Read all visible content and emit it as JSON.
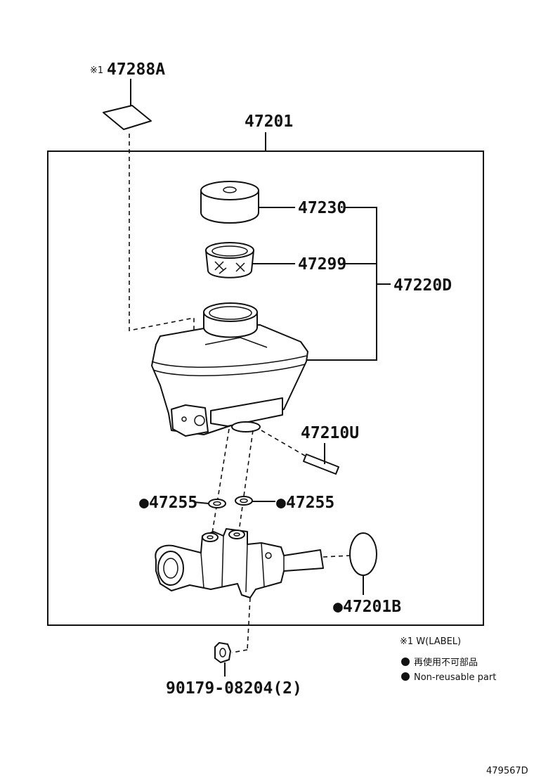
{
  "parts": {
    "label_sticker": {
      "mark": "※1",
      "number": "47288A"
    },
    "reservoir_assembly": "47201",
    "cap": "47230",
    "strainer": "47299",
    "reservoir_sub_assembly": "47220D",
    "pin": "47210U",
    "grommet_left": "47255",
    "grommet_right": "47255",
    "seal_ring": "47201B",
    "nut": "90179-08204(2)"
  },
  "legend": {
    "note_w_label": "※1 W(LABEL)",
    "non_reusable_jp": "再使用不可部品",
    "non_reusable_en": "Non-reusable part"
  },
  "marks": {
    "non_reusable_dot": "●"
  },
  "figure_id": "479567D"
}
